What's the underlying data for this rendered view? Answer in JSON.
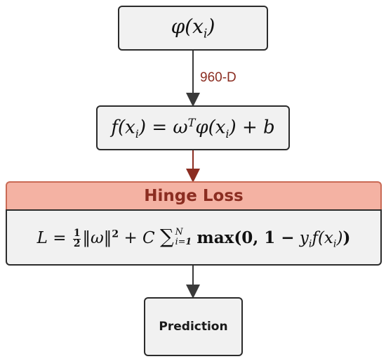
{
  "nodes": {
    "phi": {
      "text": "φ(x_i)"
    },
    "f": {
      "text": "f(x_i) = ω^T φ(x_i) + b"
    },
    "hinge": {
      "title": "Hinge Loss",
      "formula": "L = ½‖ω‖² + C Σ_{i=1}^{N} max(0, 1 − y_i f(x_i))"
    },
    "prediction": {
      "label": "Prediction"
    }
  },
  "edges": {
    "phi_to_f": {
      "label": "960-D",
      "color": "#3a3a3a"
    },
    "f_to_hinge": {
      "color": "#8b2d21"
    },
    "hinge_to_prediction": {
      "color": "#3a3a3a"
    }
  },
  "colors": {
    "hinge_header_bg": "#f4b2a3",
    "hinge_title": "#8b2d21",
    "box_bg": "#f1f1f1"
  }
}
